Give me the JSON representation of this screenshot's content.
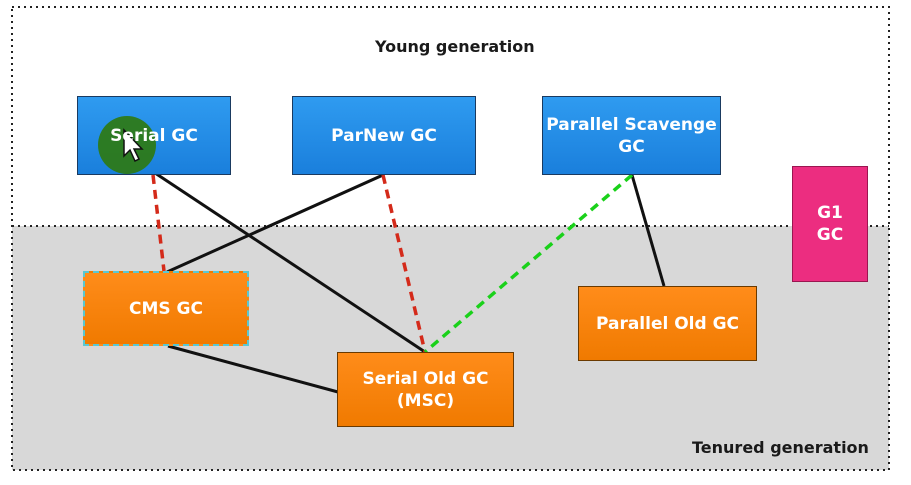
{
  "regions": {
    "young_label": "Young generation",
    "tenured_label": "Tenured generation"
  },
  "collectors": {
    "serial": "Serial GC",
    "parnew": "ParNew GC",
    "parallel_scavenge": "Parallel Scavenge\nGC",
    "g1": "G1\nGC",
    "cms": "CMS GC",
    "serial_old": "Serial Old GC\n(MSC)",
    "parallel_old": "Parallel Old GC"
  },
  "colors": {
    "young": "#1f88e5",
    "old": "#f47e00",
    "g1": "#ec2d80",
    "link_solid": "#111111",
    "link_red_dashed": "#d42a1a",
    "link_green_dashed": "#1ad11a",
    "tenured_bg": "#d8d8d8"
  },
  "icons": {
    "cursor": "pointer-cursor-icon"
  }
}
